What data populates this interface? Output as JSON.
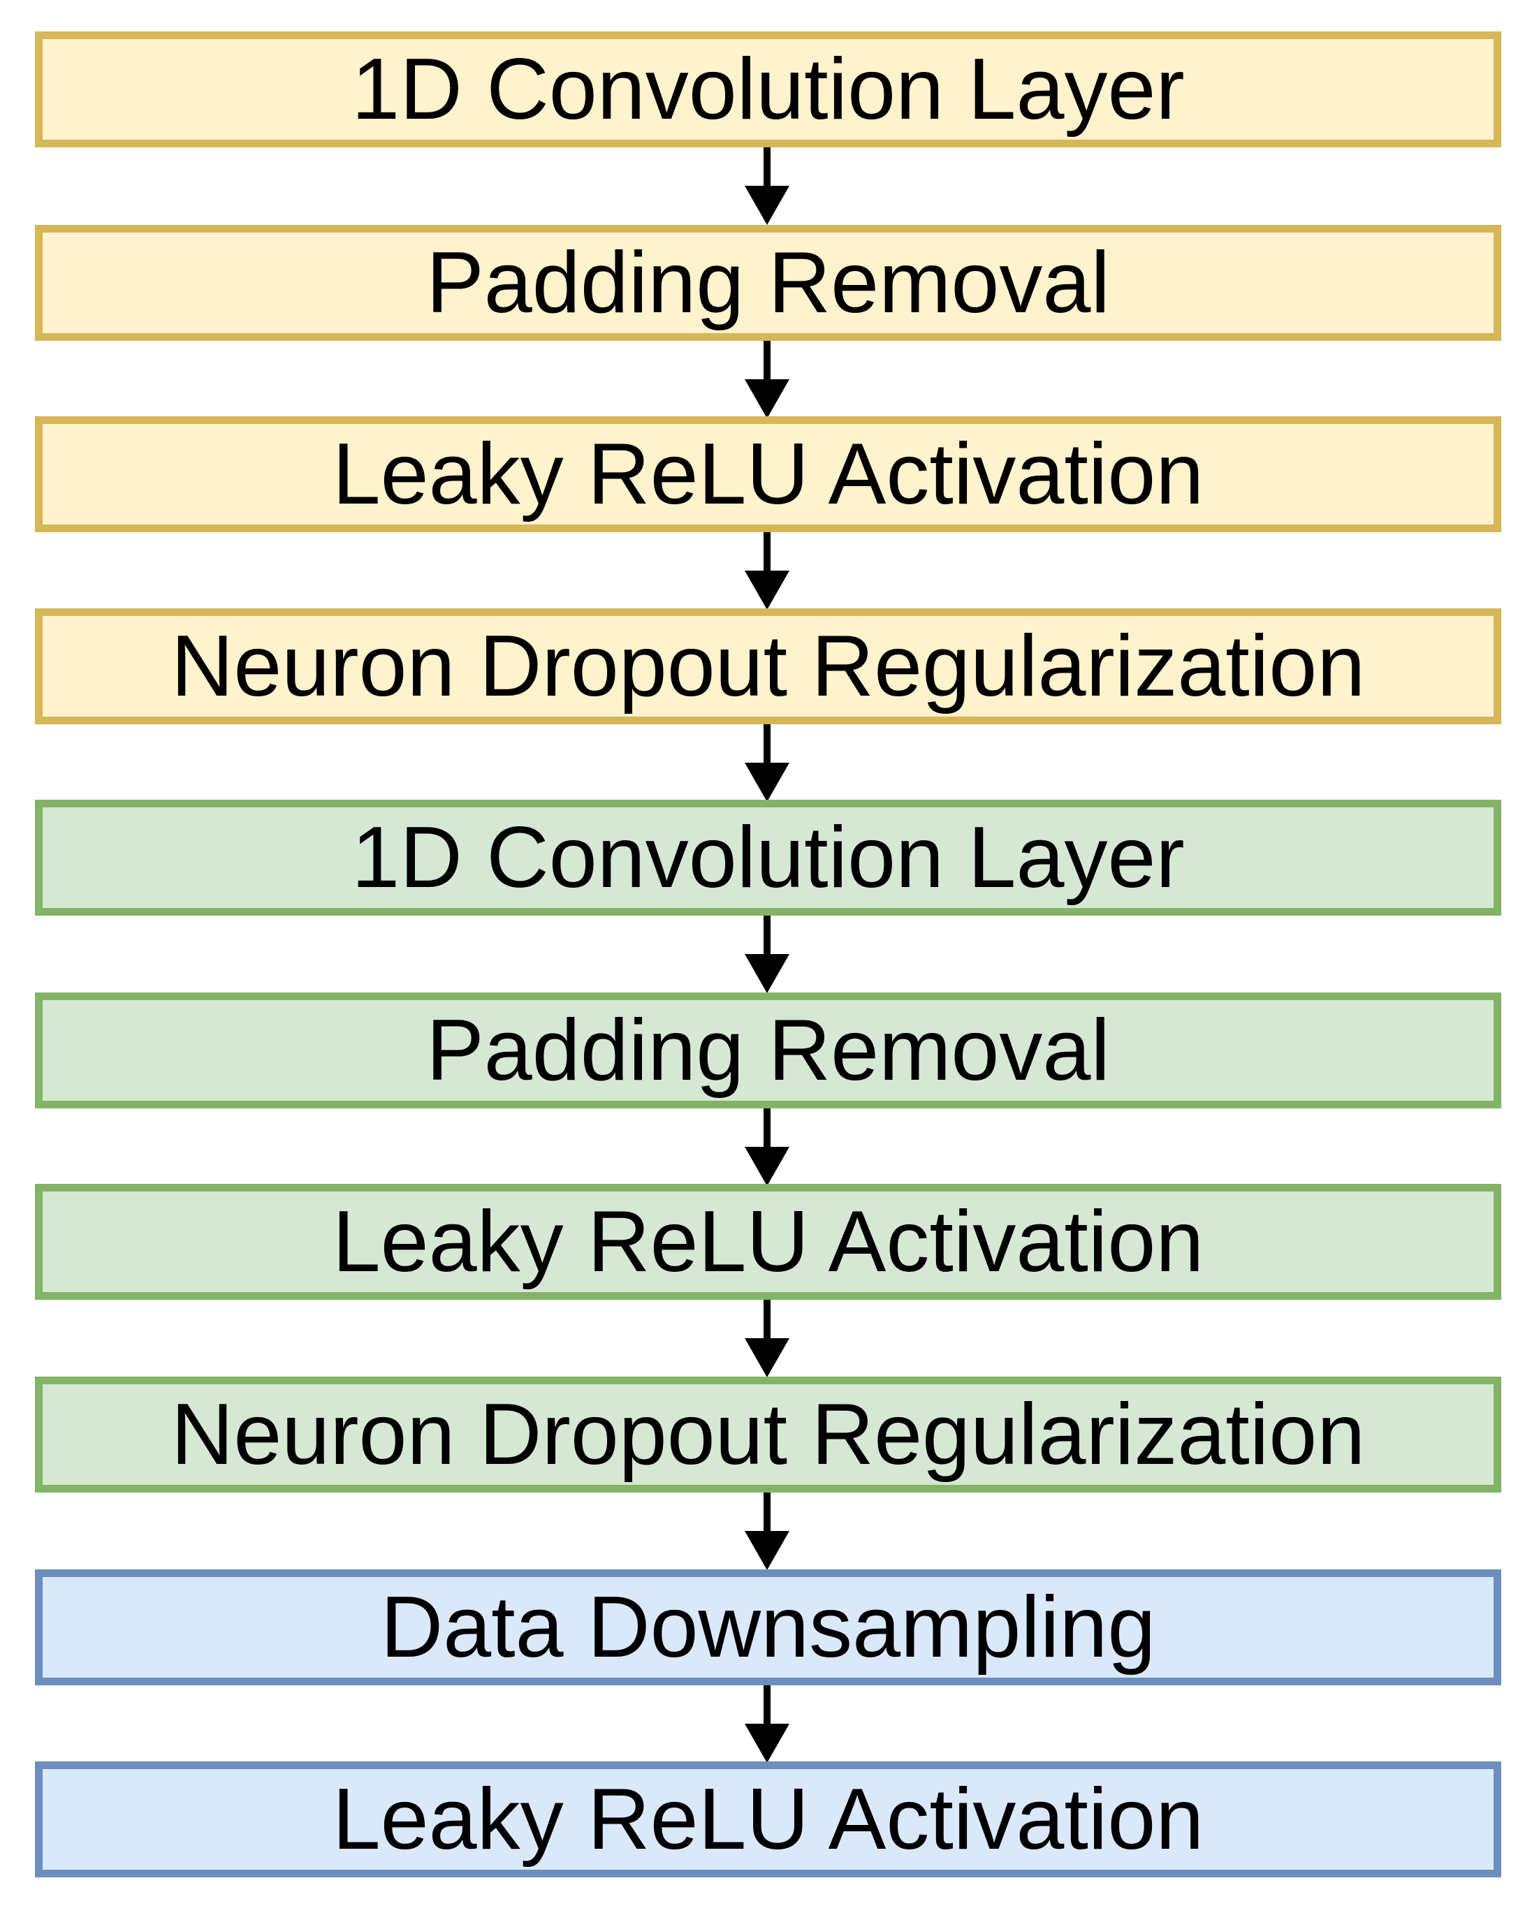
{
  "diagram": {
    "steps": [
      {
        "label": "1D Convolution Layer",
        "group": "yellow"
      },
      {
        "label": "Padding Removal",
        "group": "yellow"
      },
      {
        "label": "Leaky ReLU Activation",
        "group": "yellow"
      },
      {
        "label": "Neuron Dropout Regularization",
        "group": "yellow"
      },
      {
        "label": "1D Convolution Layer",
        "group": "green"
      },
      {
        "label": "Padding Removal",
        "group": "green"
      },
      {
        "label": "Leaky ReLU Activation",
        "group": "green"
      },
      {
        "label": "Neuron Dropout Regularization",
        "group": "green"
      },
      {
        "label": "Data Downsampling",
        "group": "blue"
      },
      {
        "label": "Leaky ReLU Activation",
        "group": "blue"
      }
    ],
    "colors": {
      "yellow": {
        "fill": "#fff2cc",
        "border": "#d6b656"
      },
      "green": {
        "fill": "#d5e8d4",
        "border": "#82b366"
      },
      "blue": {
        "fill": "#dae8fc",
        "border": "#6c8ebf"
      },
      "arrow": "#000000"
    },
    "arrow_icon": "arrow-down-icon"
  }
}
